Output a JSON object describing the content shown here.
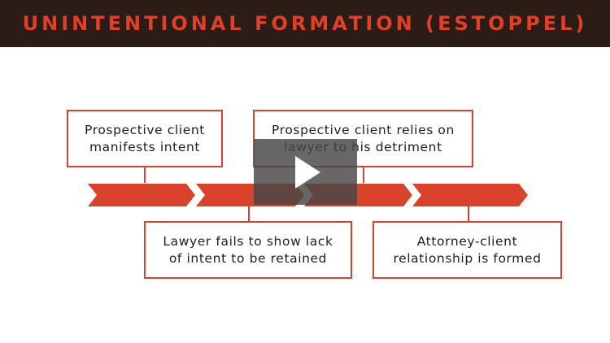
{
  "title": "UNINTENTIONAL FORMATION (ESTOPPEL)",
  "steps": [
    "Prospective client\nmanifests intent",
    "Prospective client relies on\nlawyer to his detriment",
    "Lawyer fails to show lack\nof intent to be retained",
    "Attorney-client\nrelationship is formed"
  ],
  "video": {
    "play_icon": "play-icon"
  },
  "colors": {
    "accent": "#d9432c",
    "title_bar": "#2b1d15",
    "title_text": "#e0402a"
  }
}
